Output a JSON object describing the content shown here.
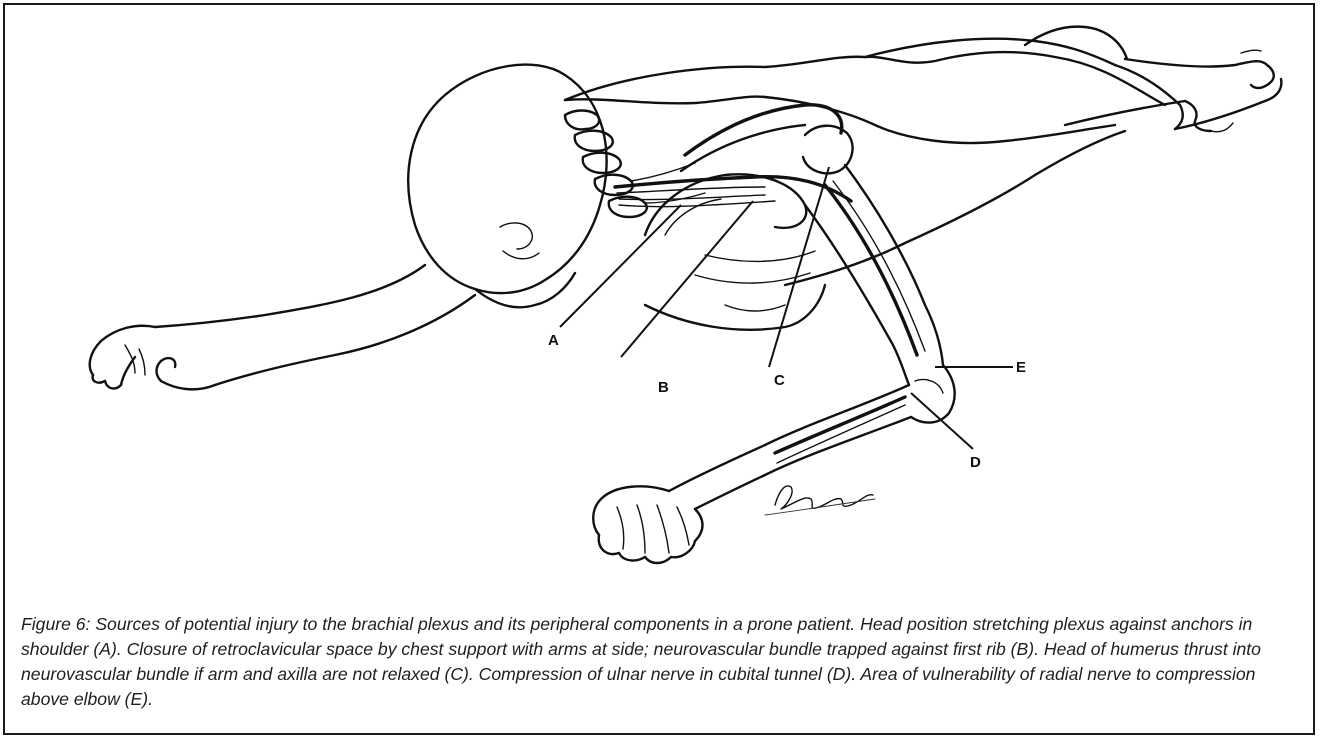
{
  "figure": {
    "labels": {
      "A": "A",
      "B": "B",
      "C": "C",
      "D": "D",
      "E": "E"
    },
    "signature": "Peschoder"
  },
  "caption": "Figure 6: Sources of potential injury to the brachial plexus and its peripheral components in a prone patient.  Head position stretching plexus against anchors in shoulder (A). Closure of retroclavicular space by chest support with arms at side; neurovascular bundle trapped against first rib (B).  Head of humerus thrust into neurovascular bundle if arm and axilla are not relaxed (C).  Compression of ulnar nerve in cubital tunnel (D).  Area of vulnerability of radial nerve to compression above elbow (E)."
}
